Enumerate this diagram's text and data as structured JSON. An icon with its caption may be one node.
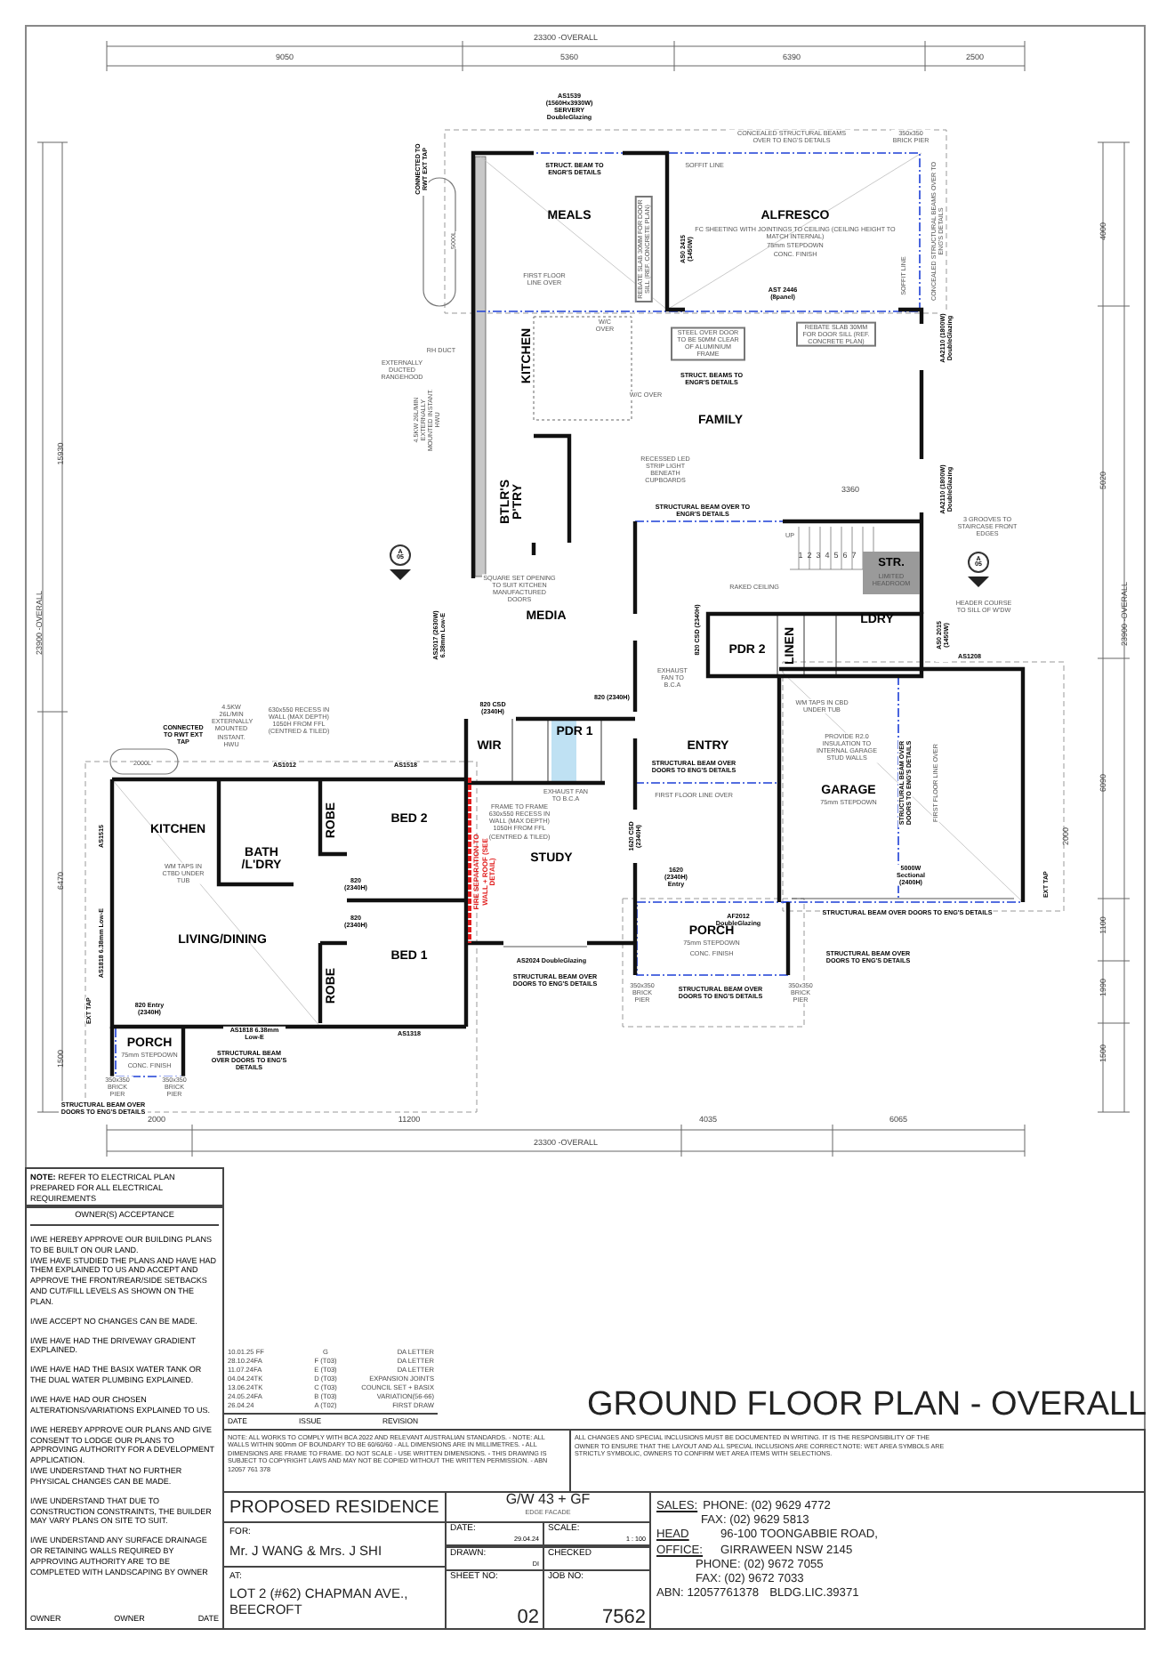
{
  "diagram": {
    "title": "GROUND FLOOR PLAN - OVERALL",
    "nodes": [
      {
        "text": [
          "MEALS"
        ]
      },
      {
        "text": [
          "ALFRESCO",
          "FC SHEETING WITH JOINTINGS TO CEILING (CEILING HEIGHT TO MATCH INTERNAL)",
          "75mm STEPDOWN",
          "CONC. FINISH"
        ]
      },
      {
        "text": [
          "KITCHEN"
        ]
      },
      {
        "text": [
          "FAMILY"
        ]
      },
      {
        "text": [
          "BTLR'S P'TRY"
        ]
      },
      {
        "text": [
          "MEDIA"
        ]
      },
      {
        "text": [
          "STR.",
          "LIMITED HEADROOM"
        ]
      },
      {
        "text": [
          "LDRY"
        ]
      },
      {
        "text": [
          "PDR 2"
        ]
      },
      {
        "text": [
          "LINEN"
        ]
      },
      {
        "text": [
          "WIR"
        ]
      },
      {
        "text": [
          "PDR 1"
        ]
      },
      {
        "text": [
          "ENTRY"
        ]
      },
      {
        "text": [
          "GARAGE",
          "75mm STEPDOWN"
        ]
      },
      {
        "text": [
          "STUDY"
        ]
      },
      {
        "text": [
          "KITCHEN"
        ]
      },
      {
        "text": [
          "BATH /L'DRY"
        ]
      },
      {
        "text": [
          "ROBE"
        ]
      },
      {
        "text": [
          "BED 2"
        ]
      },
      {
        "text": [
          "LIVING/DINING"
        ]
      },
      {
        "text": [
          "ROBE"
        ]
      },
      {
        "text": [
          "BED 1"
        ]
      },
      {
        "text": [
          "PORCH",
          "75mm STEPDOWN",
          "CONC. FINISH"
        ]
      },
      {
        "text": [
          "PORCH",
          "75mm STEPDOWN",
          "CONC. FINISH"
        ]
      },
      {
        "text": [
          "A",
          "05"
        ]
      },
      {
        "text": [
          "A",
          "05"
        ]
      }
    ],
    "labels": [
      "23300 -OVERALL",
      "9050",
      "5360",
      "6390",
      "2500",
      "15930",
      "23900 -OVERALL",
      "6470",
      "1500",
      "4000",
      "5020",
      "23900 -OVERALL",
      "6090",
      "1100",
      "1990",
      "1500",
      "2000",
      "11200",
      "4035",
      "6065",
      "23300 -OVERALL",
      "AS1539 (1560Hx3930W) SERVERY DoubleGlazing",
      "CONNECTED TO RWT EXT TAP",
      "5000L",
      "CONCEALED STRUCTURAL BEAMS OVER TO ENG'S DETAILS",
      "350x350 BRICK PIER",
      "STRUCT. BEAM TO ENGR'S DETAILS",
      "SOFFIT LINE",
      "REBATE SLAB 30MM FOR DOOR SILL (REF. CONCRETE PLAN)",
      "AS0 2415 (1450W)",
      "AST 2446 (8panel)",
      "SOFFIT LINE",
      "CONCEALED STRUCTURAL BEAMS OVER TO ENG'S DETAILS",
      "FIRST FLOOR LINE OVER",
      "RH DUCT",
      "EXTERNALLY DUCTED RANGEHOOD",
      "4.5KW 26L/MIN EXTERNALLY MOUNTED INSTANT. HWU",
      "W/C OVER",
      "STEEL OVER DOOR TO BE 50MM CLEAR OF ALUMINIUM FRAME",
      "STRUCT. BEAMS TO ENGR'S DETAILS",
      "REBATE SLAB 30MM FOR DOOR SILL (REF. CONCRETE PLAN)",
      "AA2110 (1800W) DoubleGlazing",
      "W/C OVER",
      "RECESSED LED STRIP LIGHT BENEATH CUPBOARDS",
      "AA2110 (1800W) DoubleGlazing",
      "3360",
      "STRUCTURAL BEAM OVER TO ENGR'S DETAILS",
      "3 GROOVES TO STAIRCASE FRONT EDGES",
      "UP",
      "1",
      "2",
      "3",
      "4",
      "5",
      "6",
      "7",
      "RAKED CEILING",
      "HEADER COURSE TO SILL OF W'DW",
      "AS0 2015 (1450W)",
      "AS1208",
      "SQUARE SET OPENING TO SUIT KITCHEN MANUFACTURED DOORS",
      "EXHAUST FAN TO B.C.A",
      "AS2017 (2630W) 6.38mm Low-E",
      "820 CSD (2340H)",
      "820 (2340H)",
      "820 CSD (2340H)",
      "WM TAPS IN CBD UNDER TUB",
      "PROVIDE R2.0 INSULATION TO INTERNAL GARAGE STUD WALLS",
      "STRUCTURAL BEAM OVER DOORS TO ENG'S DETAILS",
      "FIRST FLOOR LINE OVER",
      "STRUCTURAL BEAM OVER DOORS TO ENG'S DETAILS",
      "FIRST FLOOR LINE OVER",
      "5000W Sectional (2400H)",
      "STRUCTURAL BEAM OVER DOORS TO ENG'S DETAILS",
      "EXT TAP",
      "2000",
      "1620 CSD (2340H)",
      "1620 (2340H) Entry",
      "AF2012 DoubleGlazing",
      "STRUCTURAL BEAM OVER DOORS TO ENG'S DETAILS",
      "350x350 BRICK PIER",
      "STRUCTURAL BEAM OVER DOORS TO ENG'S DETAILS",
      "350x350 BRICK PIER",
      "4.5KW 26L/MIN EXTERNALLY MOUNTED INSTANT. HWU",
      "630x550 RECESS IN WALL (MAX DEPTH) 1050H FROM FFL (CENTRED & TILED)",
      "CONNECTED TO RWT EXT TAP",
      "2000L",
      "AS1012",
      "AS1518",
      "AS1515",
      "AS1818 6.38mm Low-E",
      "EXT TAP",
      "WM TAPS IN CTBD UNDER TUB",
      "820 (2340H)",
      "820 (2340H)",
      "820 Entry (2340H)",
      "AS1818 6.38mm Low-E",
      "AS1318",
      "STRUCTURAL BEAM OVER DOORS TO ENG'S DETAILS",
      "350x350 BRICK PIER",
      "350x350 BRICK PIER",
      "STRUCTURAL BEAM OVER DOORS TO ENG'S DETAILS",
      "FRAME TO FRAME 630x550 RECESS IN WALL (MAX DEPTH) 1050H FROM FFL (CENTRED & TILED)",
      "EXHAUST FAN TO B.C.A",
      "FIRE SEPARATION TO WALL + ROOF (SEE DETAIL)",
      "AS2024 DoubleGlazing",
      "STRUCTURAL BEAM OVER DOORS TO ENG'S DETAILS",
      "**NOTE:** REFER TO ELECTRICAL PLAN PREPARED FOR ALL ELECTRICAL REQUIREMENTS",
      "OWNER(S) ACCEPTANCE",
      "I/WE HEREBY APPROVE OUR BUILDING PLANS TO BE BUILT ON OUR LAND.",
      "I/WE HAVE STUDIED THE PLANS AND HAVE HAD THEM EXPLAINED TO US AND ACCEPT AND APPROVE THE FRONT/REAR/SIDE SETBACKS AND CUT/FILL LEVELS AS SHOWN ON THE PLAN.",
      "I/WE ACCEPT NO CHANGES CAN BE MADE.",
      "I/WE HAVE HAD THE DRIVEWAY GRADIENT EXPLAINED.",
      "I/WE HAVE HAD THE BASIX WATER TANK OR THE DUAL WATER PLUMBING EXPLAINED.",
      "I/WE HAVE HAD OUR CHOSEN ALTERATIONS/VARIATIONS EXPLAINED TO US.",
      "I/WE HEREBY APPROVE OUR PLANS AND GIVE CONSENT TO LODGE OUR PLANS TO APPROVING AUTHORITY FOR A DEVELOPMENT APPLICATION.",
      "I/WE UNDERSTAND THAT NO FURTHER PHYSICAL CHANGES CAN BE MADE.",
      "I/WE UNDERSTAND THAT DUE TO CONSTRUCTION CONSTRAINTS, THE BUILDER MAY VARY PLANS ON SITE TO SUIT.",
      "I/WE UNDERSTAND ANY SURFACE DRAINAGE OR RETAINING WALLS REQUIRED BY APPROVING AUTHORITY ARE TO BE COMPLETED WITH LANDSCAPING BY OWNER",
      "OWNER",
      "OWNER",
      "DATE",
      "10.01.25 FF",
      "G",
      "DA LETTER",
      "28.10.24FA",
      "F (T03)",
      "DA LETTER",
      "11.07.24FA",
      "E (T03)",
      "DA LETTER",
      "04.04.24TK",
      "D (T03)",
      "EXPANSION JOINTS",
      "13.06.24TK",
      "C (T03)",
      "COUNCIL SET + BASIX",
      "24.05.24FA",
      "B (T03)",
      "VARIATION(56-66)",
      "26.04.24",
      "A (T02)",
      "FIRST DRAW",
      "DATE",
      "ISSUE",
      "REVISION",
      "NOTE: ALL WORKS TO COMPLY WITH BCA 2022 AND RELEVANT AUSTRALIAN STANDARDS. - NOTE: ALL WALLS WITHIN 900mm OF BOUNDARY TO BE 60/60/60 - ALL DIMENSIONS ARE IN MILLIMETRES. - ALL DIMENSIONS ARE FRAME TO FRAME. DO NOT SCALE - USE WRITTEN DIMENSIONS. - THIS DRAWING IS SUBJECT TO COPYRIGHT LAWS AND MAY NOT BE COPIED WITHOUT THE WRITTEN PERMISSION. - ABN 12057 761 378",
      "ALL CHANGES AND SPECIAL INCLUSIONS MUST BE DOCUMENTED IN WRITING. IT IS THE RESPONSIBILITY OF THE OWNER TO ENSURE THAT THE LAYOUT AND ALL SPECIAL INCLUSIONS ARE CORRECT.NOTE: WET AREA SYMBOLS ARE STRICTLY SYMBOLIC, OWNERS TO CONFIRM WET AREA ITEMS WITH SELECTIONS.",
      "PROPOSED RESIDENCE",
      "G/W 43 + GF",
      "EDGE FACADE",
      "FOR:",
      "Mr. J WANG & Mrs. J SHI",
      "DATE:",
      "29.04.24",
      "SCALE:",
      "1 : 100",
      "DRAWN:",
      "DI",
      "CHECKED",
      "AT:",
      "LOT 2 (#62) CHAPMAN AVE., BEECROFT",
      "SHEET NO:",
      "02",
      "JOB NO:",
      "7562",
      "SALES:",
      "PHONE: (02) 9629 4772",
      "FAX: (02) 9629 5813",
      "HEAD OFFICE:",
      "96-100 TOONGABBIE ROAD,",
      "GIRRAWEEN NSW 2145",
      "PHONE: (02) 9672 7055",
      "FAX: (02) 9672 7033",
      "ABN: 12057761378",
      "BLDG.LIC.39371"
    ]
  }
}
